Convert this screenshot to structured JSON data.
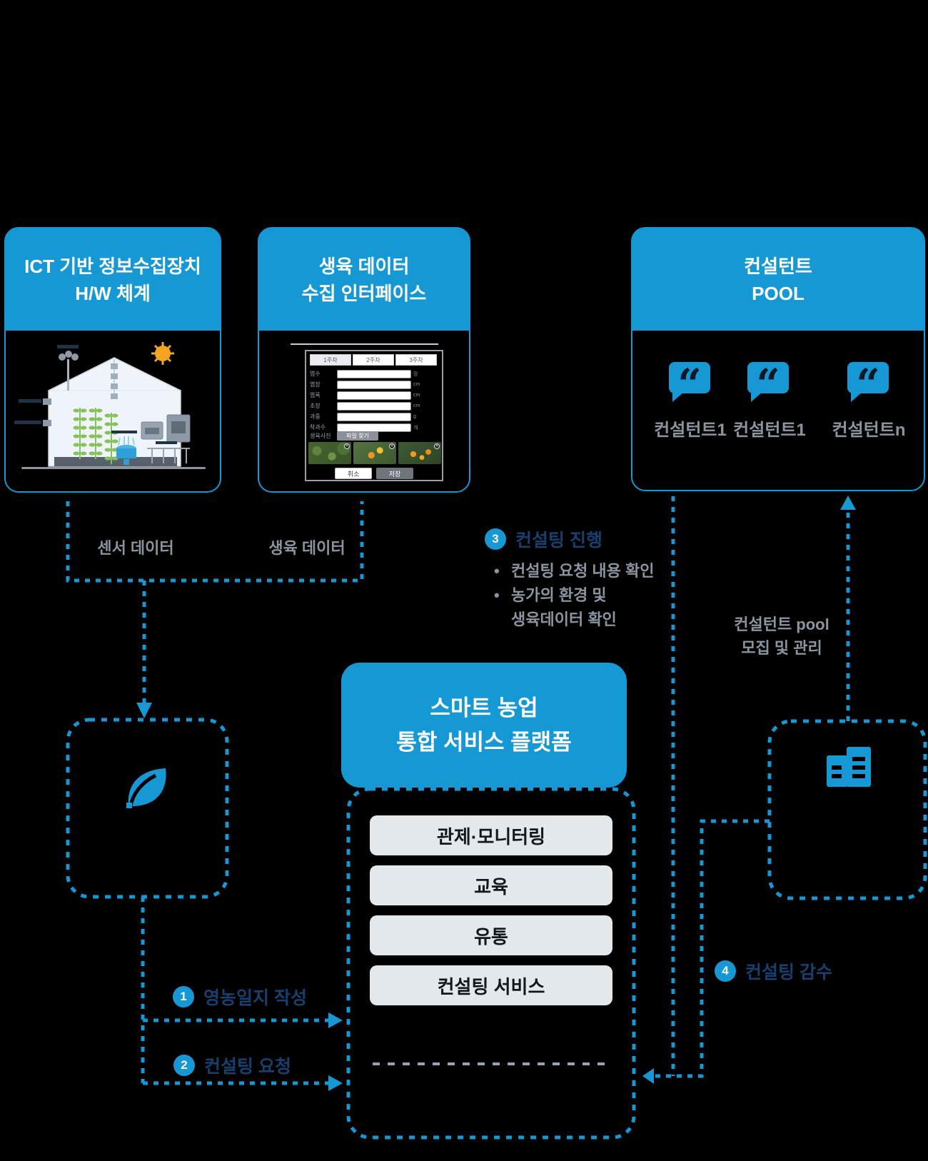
{
  "colors": {
    "accent": "#1598d4",
    "navy": "#17406f",
    "gray": "#8b95a1",
    "pill_bg": "#e3e8ec"
  },
  "card_ict": {
    "title": [
      "ICT 기반 정보수집장치",
      "H/W 체계"
    ]
  },
  "card_growth": {
    "title": [
      "생육 데이터",
      "수집 인터페이스"
    ],
    "form": {
      "tabs": [
        "1주차",
        "2주차",
        "3주차"
      ],
      "fields": [
        {
          "label": "엽수",
          "unit": "장"
        },
        {
          "label": "엽장",
          "unit": "cm"
        },
        {
          "label": "엽폭",
          "unit": "cm"
        },
        {
          "label": "초장",
          "unit": "cm"
        },
        {
          "label": "과중",
          "unit": "g"
        },
        {
          "label": "착과수",
          "unit": "개"
        }
      ],
      "file_label": "생육사진",
      "file_button": "파일 찾기",
      "cancel": "취소",
      "save": "저장"
    }
  },
  "card_pool": {
    "title": [
      "컨설턴트",
      "POOL"
    ],
    "consultants": [
      "컨설턴트1",
      "컨설턴트1",
      "컨설턴트n"
    ]
  },
  "platform": {
    "title": [
      "스마트 농업",
      "통합 서비스 플랫폼"
    ],
    "services": [
      "관제·모니터링",
      "교육",
      "유통",
      "컨설팅 서비스"
    ]
  },
  "flow_labels": {
    "sensor": "센서 데이터",
    "growth": "생육 데이터",
    "pool_manage": [
      "컨설턴트 pool",
      "모집 및 관리"
    ]
  },
  "steps": {
    "s1": {
      "num": "1",
      "text": "영농일지 작성"
    },
    "s2": {
      "num": "2",
      "text": "컨설팅 요청"
    },
    "s3": {
      "num": "3",
      "text": "컨설팅 진행",
      "bullet1": "컨설팅 요청 내용 확인",
      "bullet2": "농가의 환경 및",
      "bullet2b": "생육데이터 확인"
    },
    "s4": {
      "num": "4",
      "text": "컨설팅 감수"
    }
  }
}
